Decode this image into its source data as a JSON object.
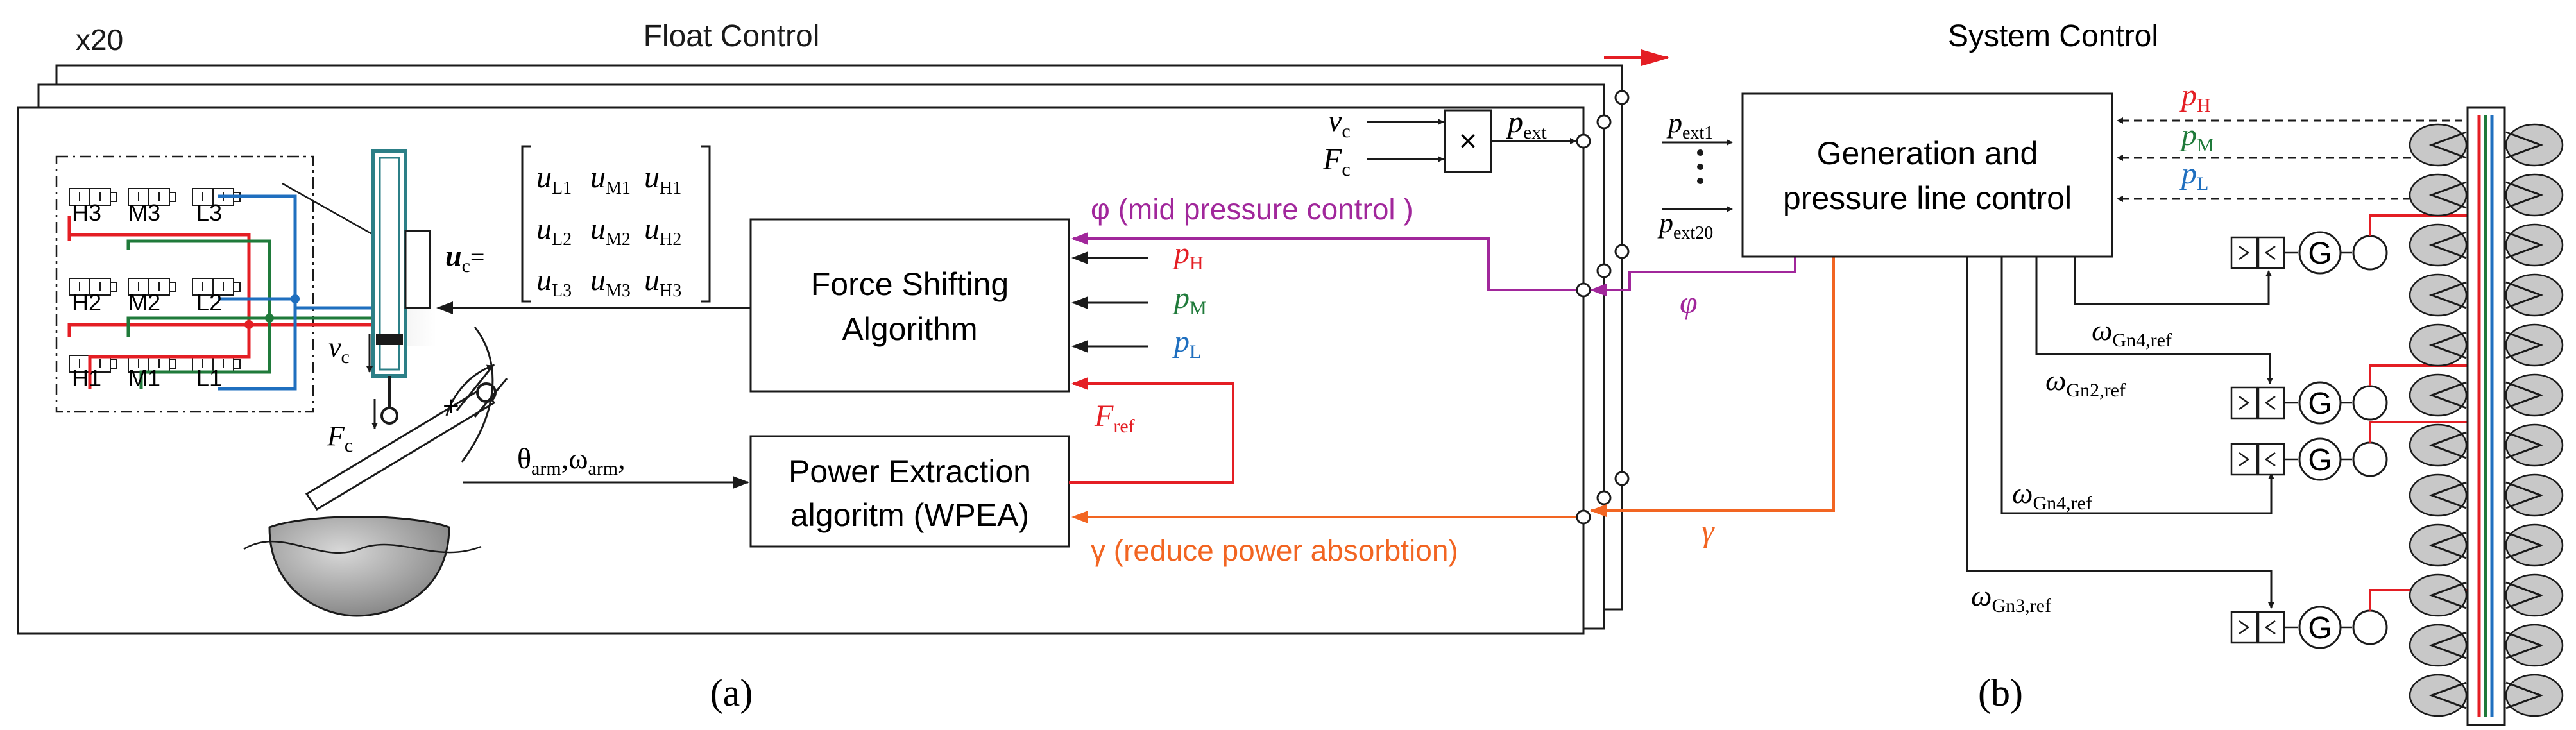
{
  "colors": {
    "high": "#e41e24",
    "mid": "#1f7a3a",
    "low": "#1f6fbf",
    "phi": "#a1279b",
    "gamma": "#f26522",
    "cyl": "#2c7f87",
    "black": "#1a1a1a"
  },
  "panel_a": {
    "title": "Float Control",
    "multiplier": "x20",
    "caption": "(a)",
    "valves_top": [
      "H3",
      "M3",
      "L3"
    ],
    "valves_mid": [
      "H2",
      "M2",
      "L2"
    ],
    "valves_bot": [
      "H1",
      "M1",
      "L1"
    ],
    "uc_lhs": "u",
    "uc_sub": "c",
    "uc_eq": "=",
    "matrix": [
      [
        {
          "v": "u",
          "s": "L1"
        },
        {
          "v": "u",
          "s": "M1"
        },
        {
          "v": "u",
          "s": "H1"
        }
      ],
      [
        {
          "v": "u",
          "s": "L2"
        },
        {
          "v": "u",
          "s": "M2"
        },
        {
          "v": "u",
          "s": "H2"
        }
      ],
      [
        {
          "v": "u",
          "s": "L3"
        },
        {
          "v": "u",
          "s": "M3"
        },
        {
          "v": "u",
          "s": "H3"
        }
      ]
    ],
    "vc": {
      "v": "v",
      "s": "c"
    },
    "fc": {
      "v": "F",
      "s": "c"
    },
    "vc_in": {
      "v": "v",
      "s": "c"
    },
    "fc_in": {
      "v": "F",
      "s": "c"
    },
    "times": "×",
    "pext": {
      "v": "p",
      "s": "ext"
    },
    "fsa_line1": "Force Shifting",
    "fsa_line2": "Algorithm",
    "pea_line1": "Power Extraction",
    "pea_line2": "algoritm (WPEA)",
    "phi_label": "φ (mid pressure control )",
    "gamma_label": "γ (reduce power absorbtion)",
    "pH": {
      "v": "p",
      "s": "H"
    },
    "pM": {
      "v": "p",
      "s": "M"
    },
    "pL": {
      "v": "p",
      "s": "L"
    },
    "fref": {
      "v": "F",
      "s": "ref"
    },
    "theta": {
      "v1": "θ",
      "s1": "arm",
      "sep": ",",
      "v2": "ω",
      "s2": "arm",
      "end": ","
    },
    "plus": "+"
  },
  "middle": {
    "pext1": {
      "v": "p",
      "s": "ext1"
    },
    "pext20": {
      "v": "p",
      "s": "ext20"
    },
    "phi": "φ",
    "gamma": "γ"
  },
  "panel_b": {
    "title": "System Control",
    "caption": "(b)",
    "box_line1": "Generation and",
    "box_line2": "pressure line control",
    "pH": {
      "v": "p",
      "s": "H"
    },
    "pM": {
      "v": "p",
      "s": "M"
    },
    "pL": {
      "v": "p",
      "s": "L"
    },
    "omega_labels": [
      {
        "v": "ω",
        "s": "Gn4,ref"
      },
      {
        "v": "ω",
        "s": "Gn2,ref"
      },
      {
        "v": "ω",
        "s": "Gn4,ref"
      },
      {
        "v": "ω",
        "s": "Gn3,ref"
      }
    ],
    "generator": "G"
  }
}
